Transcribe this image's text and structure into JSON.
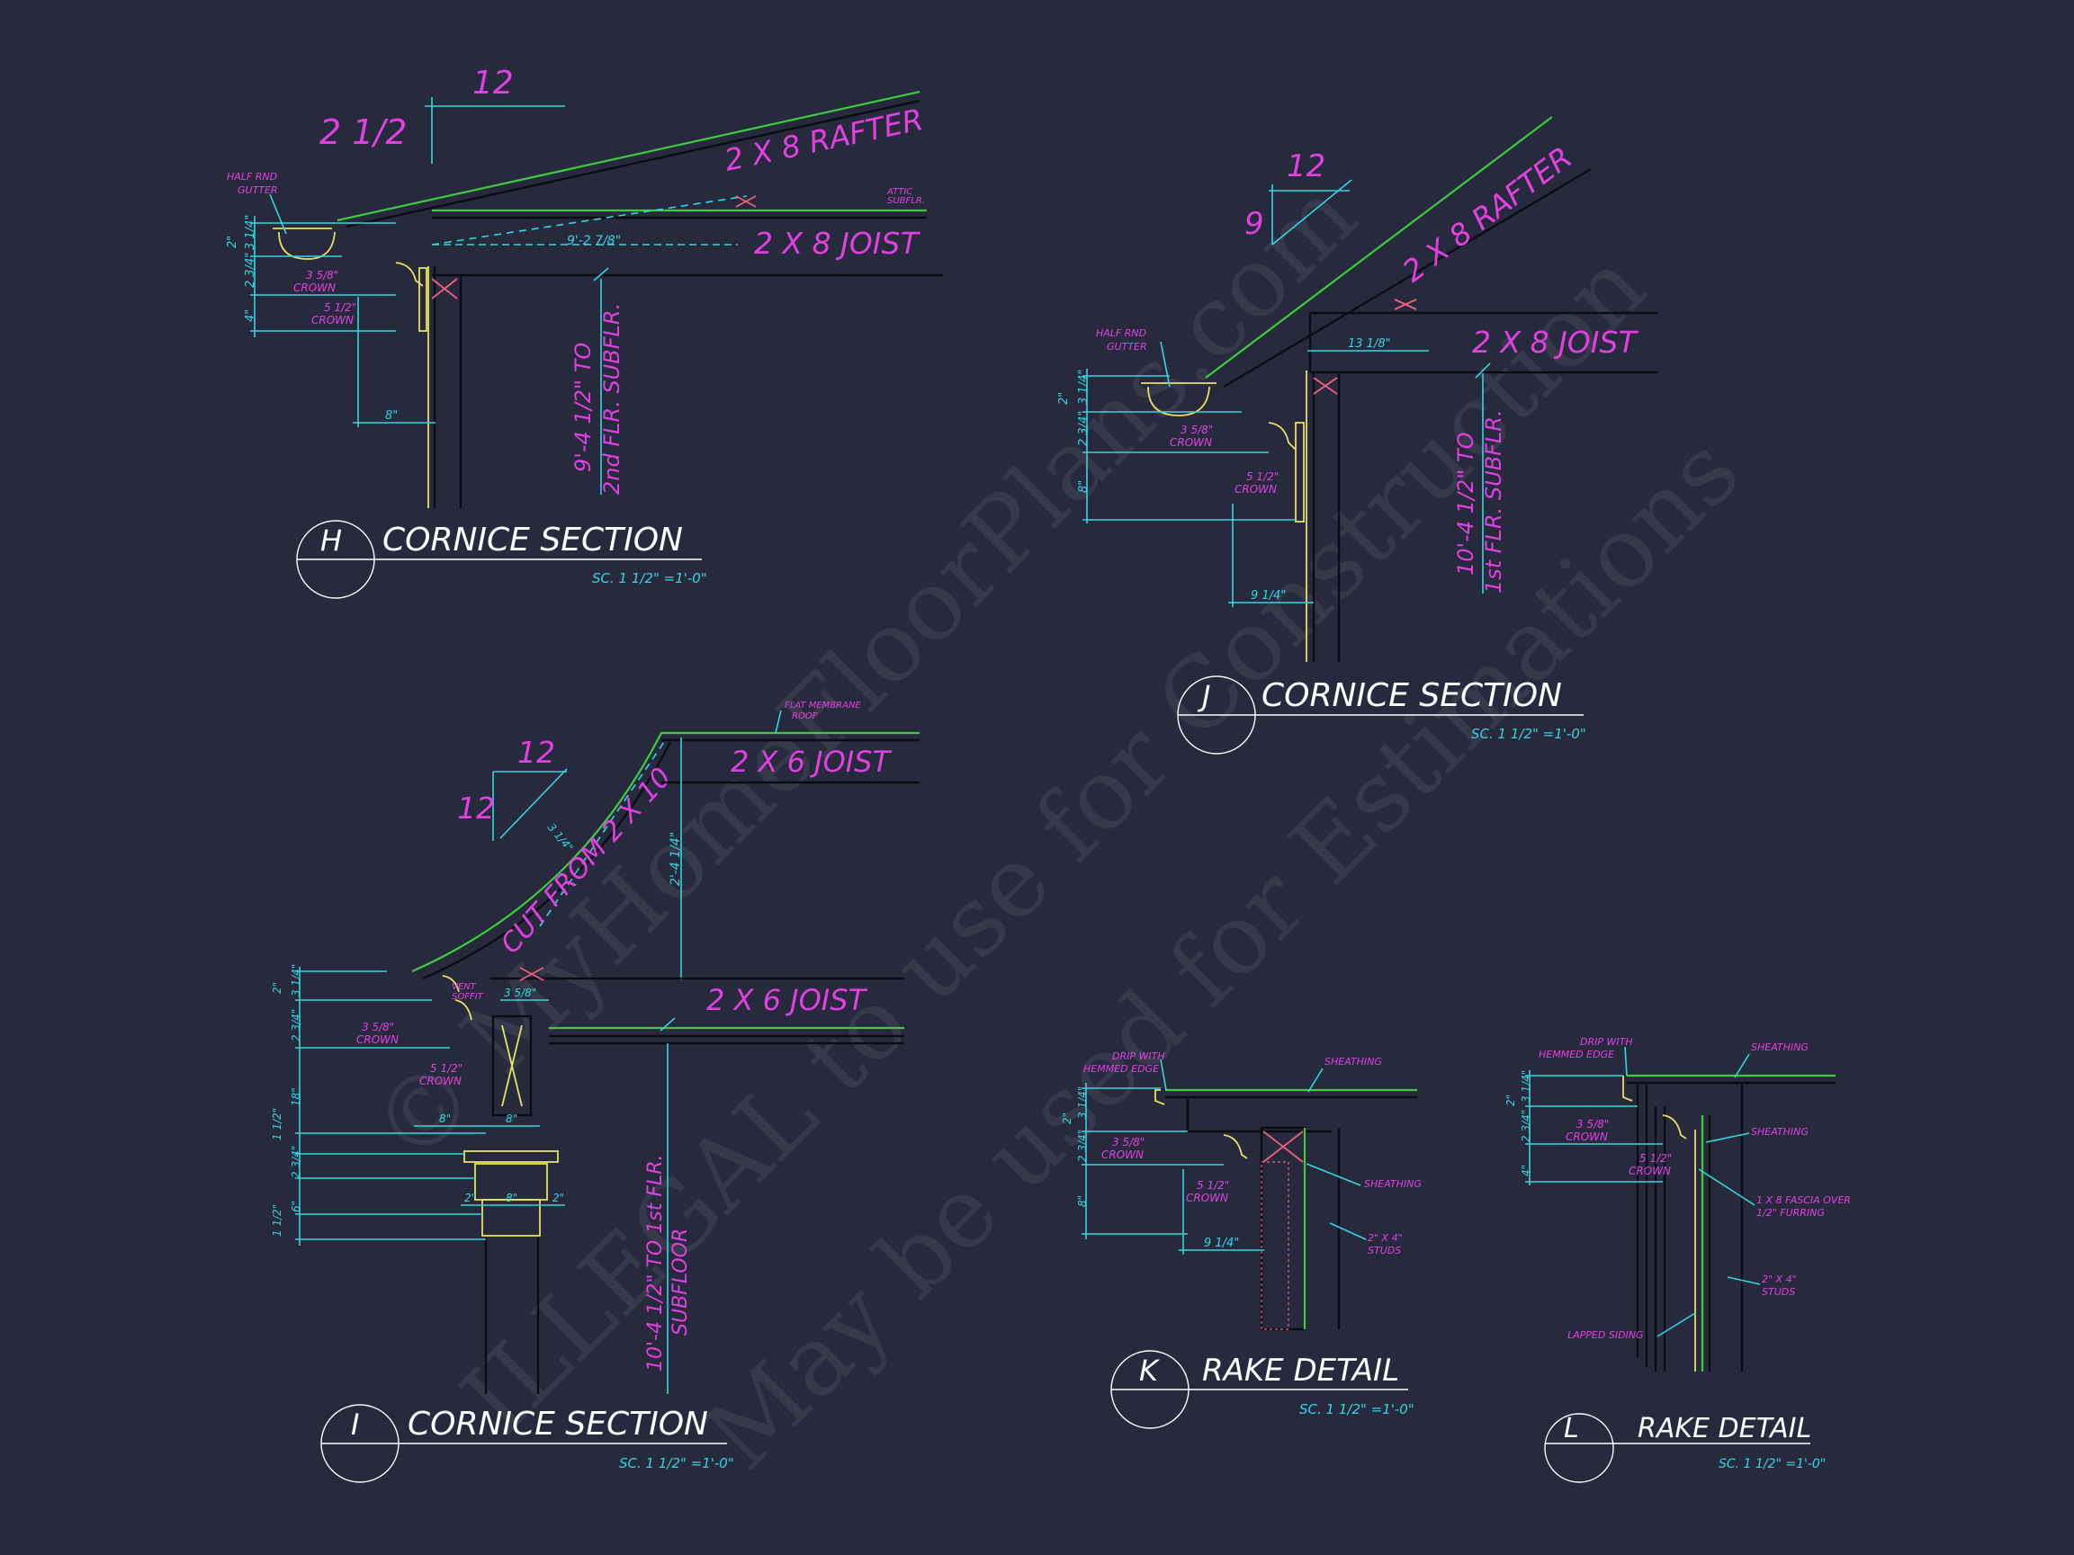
{
  "watermark": {
    "line1": "© MyHomeFloorPlans.com",
    "line2": "ILLEGAL to use for Construction",
    "line3": "May be used for Estimations"
  },
  "colors": {
    "background": "#272a3d",
    "label": "#e040e0",
    "dimension": "#33d6e0",
    "title": "#ffffff",
    "roof": "#3dcc3d",
    "trim": "#e8e060"
  },
  "details": {
    "H": {
      "tag": "H",
      "title": "CORNICE SECTION",
      "scale": "SC. 1 1/2\" =1'-0\"",
      "pitch_rise": "2 1/2",
      "pitch_run": "12",
      "rafter": "2 X 8 RAFTER",
      "joist": "2 X 8 JOIST",
      "height": "9'-4 1/2\" TO",
      "height2": "2nd FLR. SUBFLR.",
      "gutter": "HALF RND",
      "gutter2": "GUTTER",
      "attic": "ATTIC",
      "attic2": "SUBFLR.",
      "crown1": "3 5/8\"",
      "crown1b": "CROWN",
      "crown2": "5 1/2\"",
      "crown2b": "CROWN",
      "dim_span": "9'-2 7/8\"",
      "dim_oh": "8\"",
      "dim_a": "2\"",
      "dim_b": "3 1/4\"",
      "dim_c": "2 3/4\"",
      "dim_d": "4\""
    },
    "J": {
      "tag": "J",
      "title": "CORNICE SECTION",
      "scale": "SC. 1 1/2\" =1'-0\"",
      "pitch_rise": "9",
      "pitch_run": "12",
      "rafter": "2 X 8 RAFTER",
      "joist": "2 X 8 JOIST",
      "height": "10'-4 1/2\" TO",
      "height2": "1st FLR. SUBFLR.",
      "gutter": "HALF RND",
      "gutter2": "GUTTER",
      "crown1": "3 5/8\"",
      "crown1b": "CROWN",
      "crown2": "5 1/2\"",
      "crown2b": "CROWN",
      "dim_span": "13 1/8\"",
      "dim_oh": "9 1/4\"",
      "dim_a": "2\"",
      "dim_b": "3 1/4\"",
      "dim_c": "2 3/4\"",
      "dim_d": "8\""
    },
    "I": {
      "tag": "I",
      "title": "CORNICE SECTION",
      "scale": "SC. 1 1/2\" =1'-0\"",
      "pitch_rise": "12",
      "pitch_run": "12",
      "roof": "FLAT MEMBRANE",
      "roof2": "ROOF",
      "joist_top": "2 X 6 JOIST",
      "joist_bottom": "2 X 6 JOIST",
      "cut": "CUT FROM 2 X 10",
      "height": "10'-4 1/2\" TO 1st FLR.",
      "height2": "SUBFLOOR",
      "vent": "VENT",
      "vent2": "SOFFIT",
      "crown1": "3 5/8\"",
      "crown1b": "CROWN",
      "crown2": "5 1/2\"",
      "crown2b": "CROWN",
      "dim_rise": "2'-4 1/4\"",
      "dim_3": "3 1/4\"",
      "dim_w": "3 5/8\"",
      "dim_8a": "8\"",
      "dim_8b": "8\"",
      "dim_8c": "8\"",
      "dim_2a": "2\"",
      "dim_2b": "2\"",
      "dim_v1": "2\"",
      "dim_v2": "3 1/4\"",
      "dim_v3": "2 3/4\"",
      "dim_v4": "18\"",
      "dim_v5": "1 1/2\"",
      "dim_v6": "2 3/4\"",
      "dim_v7": "6\"",
      "dim_v8": "1 1/2\""
    },
    "K": {
      "tag": "K",
      "title": "RAKE DETAIL",
      "scale": "SC. 1 1/2\" =1'-0\"",
      "drip": "DRIP WITH",
      "drip2": "HEMMED EDGE",
      "sheathing_top": "SHEATHING",
      "sheathing_side": "SHEATHING",
      "studs": "2\" X 4\"",
      "studs2": "STUDS",
      "crown1": "3 5/8\"",
      "crown1b": "CROWN",
      "crown2": "5 1/2\"",
      "crown2b": "CROWN",
      "dim_oh": "9 1/4\"",
      "dim_a": "3 1/4\"",
      "dim_b": "2\"",
      "dim_c": "2 3/4\"",
      "dim_d": "8\""
    },
    "L": {
      "tag": "L",
      "title": "RAKE DETAIL",
      "scale": "SC. 1 1/2\" =1'-0\"",
      "drip": "DRIP WITH",
      "drip2": "HEMMED EDGE",
      "sheathing_top": "SHEATHING",
      "sheathing_side": "SHEATHING",
      "fascia": "1 X 8 FASCIA OVER",
      "fascia2": "1/2\" FURRING",
      "studs": "2\" X 4\"",
      "studs2": "STUDS",
      "siding": "LAPPED SIDING",
      "crown1": "3 5/8\"",
      "crown1b": "CROWN",
      "crown2": "5 1/2\"",
      "crown2b": "CROWN",
      "dim_a": "3 1/4\"",
      "dim_b": "2\"",
      "dim_c": "2 3/4\"",
      "dim_d": "4\""
    }
  }
}
